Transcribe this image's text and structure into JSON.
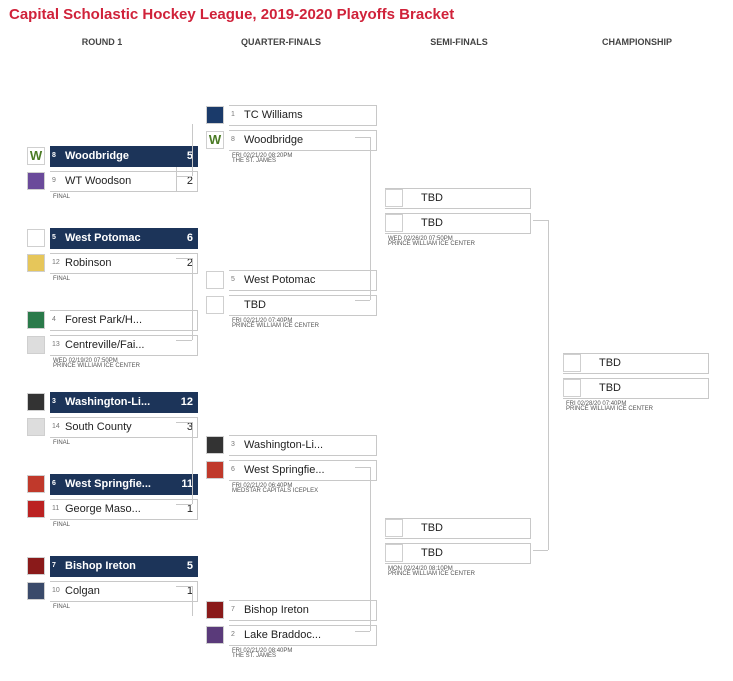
{
  "title": "Capital Scholastic Hockey League, 2019-2020 Playoffs Bracket",
  "rounds": [
    "ROUND 1",
    "QUARTER-FINALS",
    "SEMI-FINALS",
    "CHAMPIONSHIP"
  ],
  "round1": [
    {
      "t1": {
        "seed": "8",
        "name": "Woodbridge",
        "score": "5"
      },
      "t2": {
        "seed": "9",
        "name": "WT Woodson",
        "score": "2"
      },
      "meta1": "FINAL",
      "meta2": ""
    },
    {
      "t1": {
        "seed": "5",
        "name": "West Potomac",
        "score": "6"
      },
      "t2": {
        "seed": "12",
        "name": "Robinson",
        "score": "2"
      },
      "meta1": "FINAL",
      "meta2": ""
    },
    {
      "t1": {
        "seed": "4",
        "name": "Forest Park/H...",
        "score": ""
      },
      "t2": {
        "seed": "13",
        "name": "Centreville/Fai...",
        "score": ""
      },
      "meta1": "WED 02/19/20 07:50PM",
      "meta2": "PRINCE WILLIAM ICE CENTER"
    },
    {
      "t1": {
        "seed": "3",
        "name": "Washington-Li...",
        "score": "12"
      },
      "t2": {
        "seed": "14",
        "name": "South County",
        "score": "3"
      },
      "meta1": "FINAL",
      "meta2": ""
    },
    {
      "t1": {
        "seed": "6",
        "name": "West Springfie...",
        "score": "11"
      },
      "t2": {
        "seed": "11",
        "name": "George Maso...",
        "score": "1"
      },
      "meta1": "FINAL",
      "meta2": ""
    },
    {
      "t1": {
        "seed": "7",
        "name": "Bishop Ireton",
        "score": "5"
      },
      "t2": {
        "seed": "10",
        "name": "Colgan",
        "score": "1"
      },
      "meta1": "FINAL",
      "meta2": ""
    }
  ],
  "quarter": [
    {
      "t1": {
        "seed": "1",
        "name": "TC Williams",
        "score": ""
      },
      "t2": {
        "seed": "8",
        "name": "Woodbridge",
        "score": ""
      },
      "meta1": "FRI 02/21/20 08:20PM",
      "meta2": "THE ST. JAMES"
    },
    {
      "t1": {
        "seed": "5",
        "name": "West Potomac",
        "score": ""
      },
      "t2": {
        "seed": "",
        "name": "TBD",
        "score": ""
      },
      "meta1": "FRI 02/21/20 07:40PM",
      "meta2": "PRINCE WILLIAM ICE CENTER"
    },
    {
      "t1": {
        "seed": "3",
        "name": "Washington-Li...",
        "score": ""
      },
      "t2": {
        "seed": "6",
        "name": "West Springfie...",
        "score": ""
      },
      "meta1": "FRI 02/21/20 06:40PM",
      "meta2": "MEDSTAR CAPITALS ICEPLEX"
    },
    {
      "t1": {
        "seed": "7",
        "name": "Bishop Ireton",
        "score": ""
      },
      "t2": {
        "seed": "2",
        "name": "Lake Braddoc...",
        "score": ""
      },
      "meta1": "FRI 02/21/20 08:40PM",
      "meta2": "THE ST. JAMES"
    }
  ],
  "semi": [
    {
      "t1": {
        "name": "TBD"
      },
      "t2": {
        "name": "TBD"
      },
      "meta1": "WED 02/26/20 07:50PM",
      "meta2": "PRINCE WILLIAM ICE CENTER"
    },
    {
      "t1": {
        "name": "TBD"
      },
      "t2": {
        "name": "TBD"
      },
      "meta1": "MON 02/24/20 08:10PM",
      "meta2": "PRINCE WILLIAM ICE CENTER"
    }
  ],
  "final": {
    "t1": {
      "name": "TBD"
    },
    "t2": {
      "name": "TBD"
    },
    "meta1": "FRI 02/28/20 07:40PM",
    "meta2": "PRINCE WILLIAM ICE CENTER"
  },
  "colors": {
    "accent": "#d0223a",
    "winner_bg": "#1c3459",
    "line": "#c8c8c8"
  }
}
